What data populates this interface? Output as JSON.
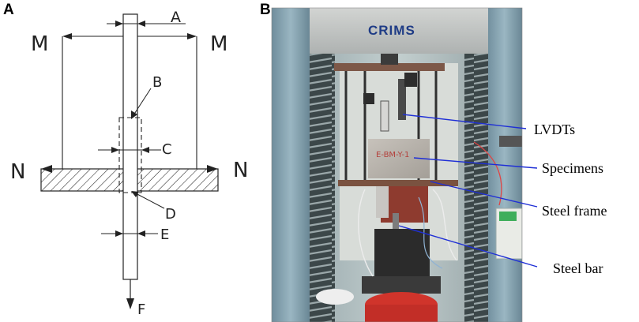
{
  "panels": {
    "a": {
      "label": "A",
      "marks": {
        "A": "A",
        "B": "B",
        "C": "C",
        "D": "D",
        "E": "E",
        "F": "F",
        "M_left": "M",
        "M_right": "M",
        "N_left": "N",
        "N_right": "N"
      }
    },
    "b": {
      "label": "B",
      "brand": "CRIMS",
      "specimen_tag": "E-BM-Y-1",
      "annotations": [
        "LVDTs",
        "Specimens",
        "Steel frame",
        "Steel bar"
      ]
    }
  },
  "colors": {
    "line": "#222222",
    "leader": "#1f2fd6",
    "column_blue": "#7d9cab",
    "machine_grey": "#b9bcbc"
  }
}
